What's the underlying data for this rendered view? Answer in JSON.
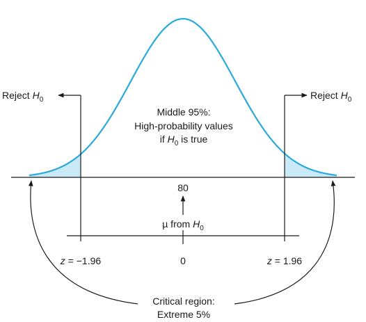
{
  "colors": {
    "curve": "#2aa9dd",
    "tail_fill": "#c9e9f7",
    "ink": "#1a1a1a"
  },
  "labels": {
    "reject_left": {
      "text": "Reject ",
      "var": "H",
      "sub": "0"
    },
    "reject_right": {
      "text": "Reject ",
      "var": "H",
      "sub": "0"
    },
    "middle": {
      "line1": "Middle 95%:",
      "line2": "High-probability values",
      "line3_pre": "if ",
      "var": "H",
      "sub": "0",
      "line3_post": " is true"
    },
    "mean_value": "80",
    "mu_label": {
      "text": "µ from ",
      "var": "H",
      "sub": "0"
    },
    "z_left": {
      "var": "z",
      "text": " = −1.96"
    },
    "z_center": "0",
    "z_right": {
      "var": "z",
      "text": " = 1.96"
    },
    "critical": {
      "line1": "Critical region:",
      "line2": "Extreme 5%"
    }
  }
}
